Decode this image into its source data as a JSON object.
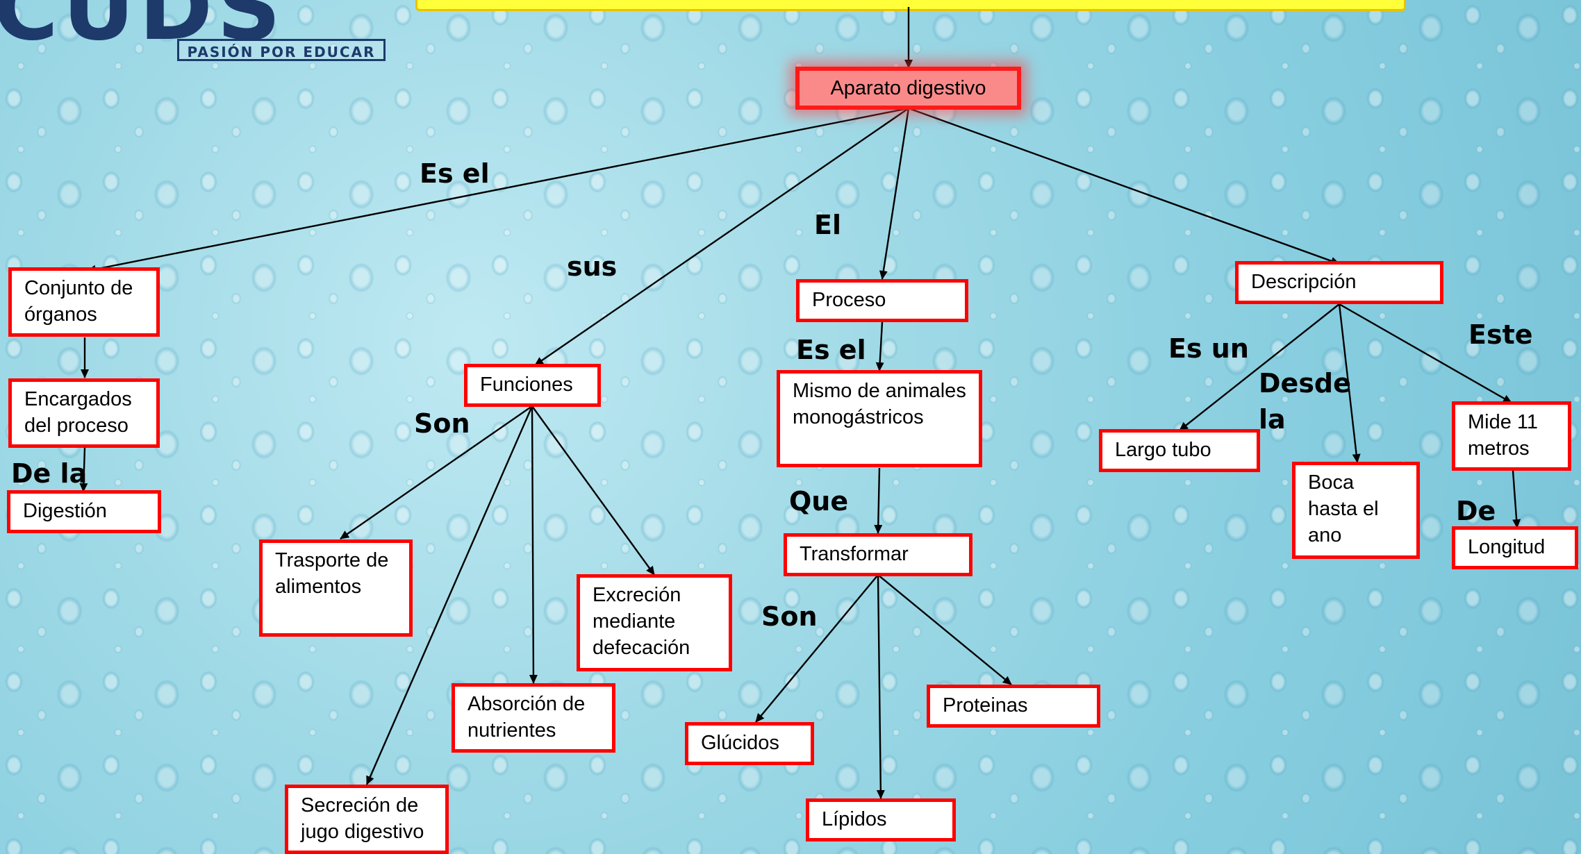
{
  "logo": {
    "letters": "CUDS",
    "tagline": "PASIÓN POR EDUCAR"
  },
  "nodes": {
    "root": "Aparato digestivo",
    "conjunto": "Conjunto de órganos",
    "encargados": "Encargados del proceso",
    "digestion": "Digestión",
    "funciones": "Funciones",
    "trasporte": "Trasporte de alimentos",
    "excrecion": "Excreción mediante defecación",
    "absorcion": "Absorción de nutrientes",
    "secrecion": "Secreción de jugo digestivo",
    "proceso": "Proceso",
    "mismo": "Mismo de animales monogástricos",
    "transformar": "Transformar",
    "glucidos": "Glúcidos",
    "lipidos": "Lípidos",
    "proteinas": "Proteinas",
    "descripcion": "Descripción",
    "largo": "Largo tubo",
    "boca": "Boca hasta el ano",
    "mide": "Mide 11 metros",
    "longitud": "Longitud"
  },
  "labels": {
    "es_el_1": "Es el",
    "sus": "sus",
    "el": "El",
    "es_el_2": "Es el",
    "que": "Que",
    "son_1": "Son",
    "son_2": "Son",
    "de_la": "De la",
    "es_un": "Es un",
    "desde_la": "Desde la",
    "este": "Este",
    "de": "De"
  }
}
